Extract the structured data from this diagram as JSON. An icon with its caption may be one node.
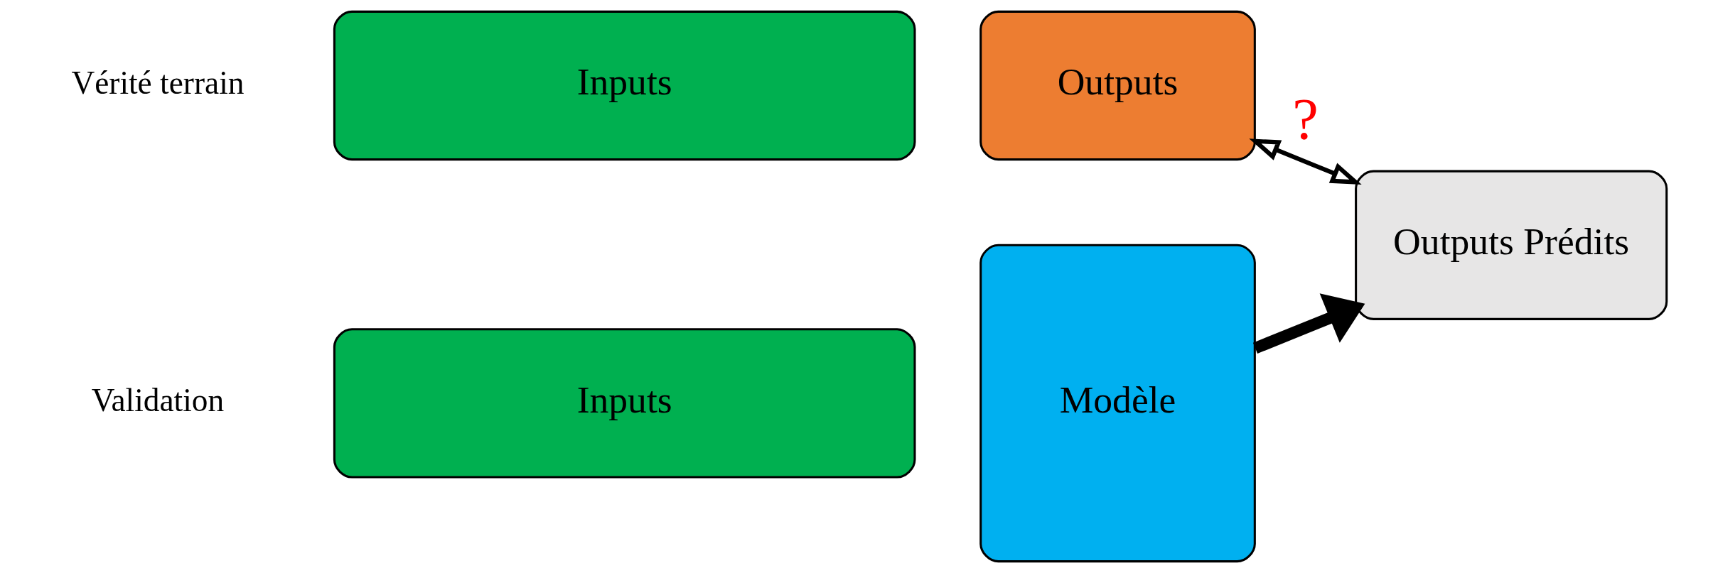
{
  "diagram": {
    "nodes": [
      {
        "text": [
          "Inputs"
        ]
      },
      {
        "text": [
          "Modèle"
        ]
      },
      {
        "text": [
          "Outputs Prédits"
        ]
      },
      {
        "text": [
          "Inputs"
        ]
      },
      {
        "text": [
          "Outputs"
        ]
      }
    ],
    "edges": [
      {
        "from": 1,
        "to": 2,
        "arrow": "to",
        "style": "thick"
      },
      {
        "from": 4,
        "to": 2,
        "arrow": "both",
        "label": "?"
      }
    ],
    "labels": [
      "Validation",
      "Vérité terrain"
    ]
  }
}
